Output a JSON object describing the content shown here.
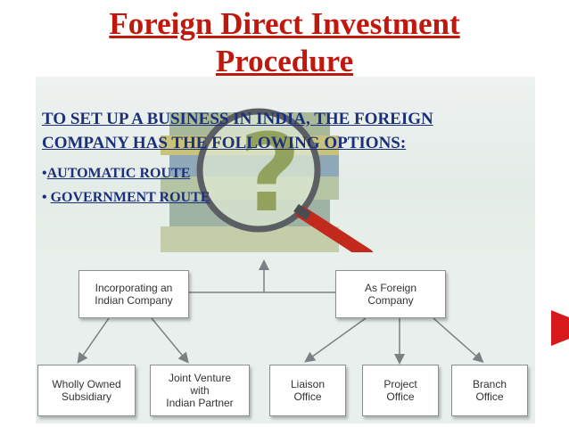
{
  "slide": {
    "title_line1": "Foreign Direct Investment",
    "title_line2": "Procedure",
    "intro_line1": "TO SET UP A BUSINESS IN INDIA, THE FOREIGN",
    "intro_line2": "COMPANY HAS THE FOLLOWING OPTIONS:",
    "bullets": [
      {
        "marker": "•",
        "label": "AUTOMATIC ROUTE "
      },
      {
        "marker": "• ",
        "label": "GOVERNMENT ROUTE"
      }
    ]
  },
  "diagram": {
    "top_left": "Incorporating an\nIndian Company",
    "top_right": "As Foreign\nCompany",
    "children_left": [
      "Wholly Owned\nSubsidiary",
      "Joint Venture\nwith\nIndian Partner"
    ],
    "children_right": [
      "Liaison\nOffice",
      "Project\nOffice",
      "Branch\nOffice"
    ]
  },
  "colors": {
    "title": "#c0180c",
    "body_text": "#1c2f7a",
    "diagram_bg": "#e8efec"
  }
}
